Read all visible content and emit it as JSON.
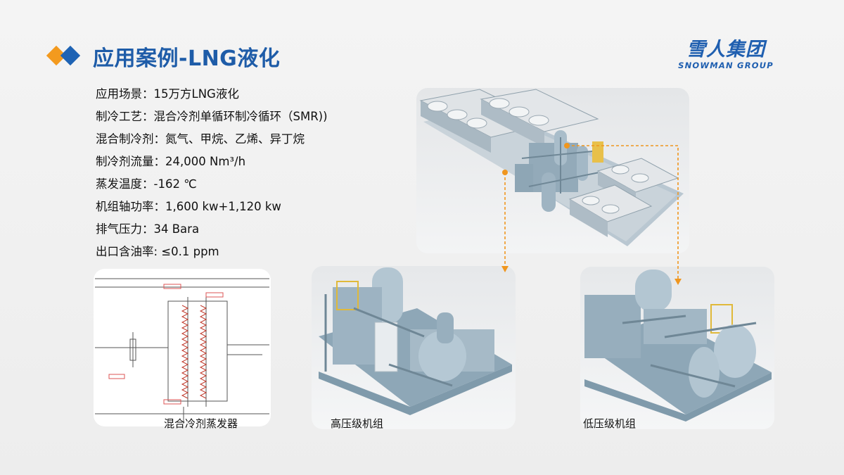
{
  "title": "应用案例-LNG液化",
  "logo": {
    "cn": "雪人集团",
    "en": "SNOWMAN GROUP"
  },
  "specs": [
    "应用场景：15万方LNG液化",
    "制冷工艺：混合冷剂单循环制冷循环（SMR))",
    "混合制冷剂：氮气、甲烷、乙烯、异丁烷",
    "制冷剂流量：24,000 Nm³/h",
    "蒸发温度：-162 ℃",
    "机组轴功率：1,600 kw+1,120 kw",
    "排气压力：34 Bara",
    "出口含油率: ≤0.1 ppm"
  ],
  "captions": {
    "evaporator": "混合冷剂蒸发器",
    "high_pressure": "高压级机组",
    "low_pressure": "低压级机组"
  },
  "colors": {
    "title": "#1e5ca8",
    "accent_orange": "#f39a1e",
    "accent_blue": "#1e63b4",
    "machine": "#9fb6c6",
    "arrow": "#f0961e"
  }
}
